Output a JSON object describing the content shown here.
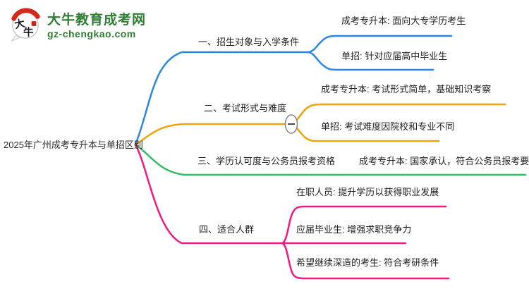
{
  "logo": {
    "icon_chars": {
      "first": "大",
      "second": "牛"
    },
    "title": "大牛教育成考网",
    "url": "gz-chengkao.com",
    "brand_green": "#2e7d32",
    "icon_red": "#d5281b"
  },
  "root": {
    "label": "2025年广州成考专升本与单招区别"
  },
  "branches": [
    {
      "label": "一、招生对象与入学条件",
      "color": "#2b87e3",
      "children": [
        "成考专升本: 面向大专学历考生",
        "单招: 针对应届高中毕业生"
      ]
    },
    {
      "label": "二、考试形式与难度",
      "color": "#f0a30a",
      "toggle": {
        "icon": "minus-icon",
        "state": "expanded"
      },
      "children": [
        "成考专升本: 考试形式简单，基础知识考察",
        "单招: 考试难度因院校和专业不同"
      ]
    },
    {
      "label": "三、学历认可度与公务员报考资格",
      "color": "#2dbe64",
      "children": [
        "成考专升本: 国家承认，符合公务员报考要求"
      ]
    },
    {
      "label": "四、适合人群",
      "color": "#f0197f",
      "children": [
        "在职人员: 提升学历以获得职业发展",
        "应届毕业生: 增强求职竞争力",
        "希望继续深造的考生: 符合考研条件"
      ]
    }
  ]
}
